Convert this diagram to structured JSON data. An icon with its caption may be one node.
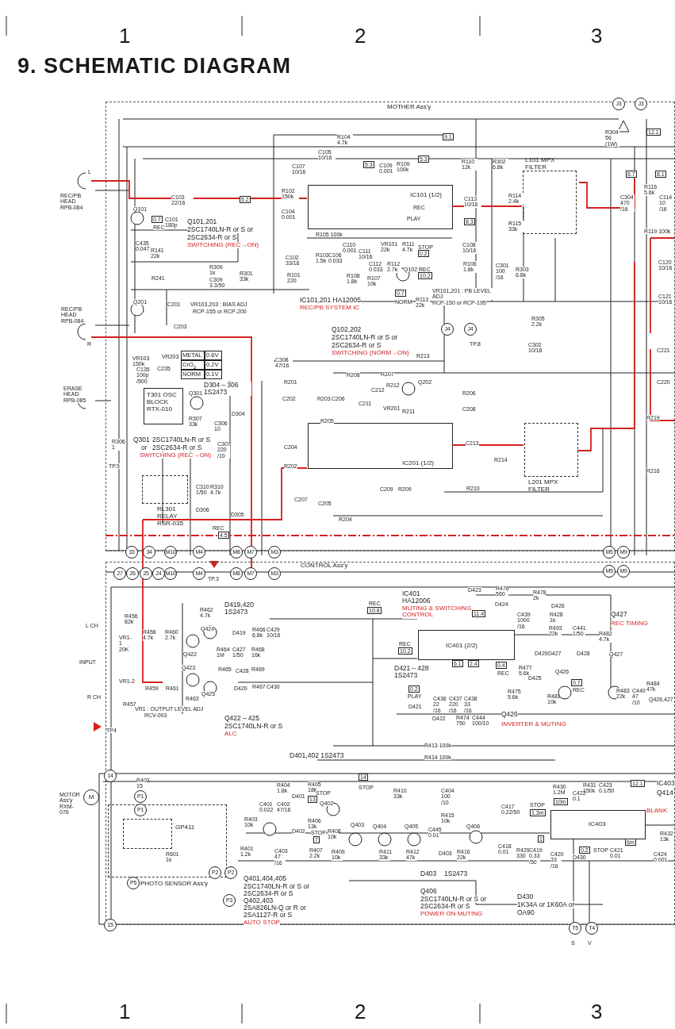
{
  "diagram": {
    "title": "9. SCHEMATIC DIAGRAM",
    "nodes": [
      {
        "text": [
          "MOTHER Ass'y"
        ]
      },
      {
        "text": [
          "IC101 (1/2)"
        ],
        "in": 0
      },
      {
        "text": [
          "L101 MPX FILTER"
        ],
        "in": 0
      },
      {
        "text": [
          "T301 OSC BLOCK RTX-010"
        ],
        "in": 0
      },
      {
        "text": [
          "RL301 RELAY RSR-035"
        ],
        "in": 0
      },
      {
        "text": [
          "IC201 (1/2)"
        ],
        "in": 0
      },
      {
        "text": [
          "L201 MPX FILTER"
        ],
        "in": 0
      },
      {
        "text": [
          "CONTROL Ass'y"
        ]
      },
      {
        "text": [
          "IC401 (2/2)"
        ],
        "in": 7
      },
      {
        "text": [
          "PHOTO SENSOR Ass'y"
        ],
        "in": 7
      },
      {
        "text": [
          "GP411"
        ],
        "in": 9
      },
      {
        "text": [
          "IC403"
        ],
        "in": 7
      },
      {
        "text": [
          "M"
        ],
        "beside": [
          "MOTOR Ass'y RXM-076"
        ]
      }
    ],
    "edges": [
      {
        "from": 1,
        "to": 2,
        "arrow": "none",
        "color": "#d42020"
      },
      {
        "from": 5,
        "to": 6,
        "arrow": "none",
        "color": "#d42020"
      }
    ],
    "labels": [
      "1",
      "2",
      "3",
      "L",
      "REC/PB HEAD RPB-084",
      "C103 22/16",
      "5.2",
      "Q101",
      "0.7",
      "REC",
      "C101 180p",
      "Q101,201",
      "2SC1740LN-R or S or",
      "2SC2634-R or S",
      "SWITCHING (REC→ON)",
      "C435 0.047",
      "R141 22k",
      "R309 1k",
      "C309 3.3/50",
      "R301 33k",
      "R241",
      "Q201",
      "C201",
      "VR103,203 : BIAS ADJ",
      "RCP-155 or RCP-200",
      "REC/PB HEAD RPB-084",
      "C203",
      "R",
      "VR103 150k",
      "VR203",
      "C135 100p /500",
      "C235",
      "METAL",
      "0.6V",
      "CrO$_{2}$",
      "0.2V",
      "NORM",
      "0.1V",
      "ERASE HEAD RPB-085",
      "D304～306 1S2473",
      "Q301",
      "R307 33k",
      "D304",
      "C306 10",
      "C105 10/16",
      "C107 10/16",
      "R102 150k",
      "C104 0.001",
      "R105 100k",
      "C102 33/16",
      "R103 1.5k",
      "C106 0.033",
      "R101 220",
      "IC101,201 HA12005",
      "REC/PB SYSTEM IC",
      "Q102,202",
      "2SC1740LN-R or S or",
      "2SC2634-R or S",
      "SWITCHING (NORM→ON)",
      "C308 47/16",
      "R201",
      "C202",
      "R203",
      "C206",
      "R205",
      "R104 4.7k",
      "9.1",
      "5.3",
      "5.3",
      "C109 0.001",
      "R109 100k",
      "R110 12k",
      "R302 6.8k",
      "R304 56 (1W)",
      "12.1",
      "C113 10/16",
      "R114 2.4k",
      "REC",
      "PLAY",
      "R115 33k",
      "8.3",
      "C110 0.001",
      "VR101 22k",
      "R111 4.7k",
      "STOP",
      "0.2",
      "C111 10/16",
      "C112 0.033",
      "R112 2.7k",
      "Q102",
      "REC",
      "10.2",
      "R108 1.8k",
      "R107 10k",
      "C108 10/16",
      "R106 1.8k",
      "C301 100 /16",
      "R303 6.8k",
      "0.7",
      "NORM",
      "R113 22k",
      "VR101,201 : PB LEVEL ADJ",
      "RCP-150 or RCP-195",
      "J4",
      "J4",
      "TP.8",
      "R305 2.2k",
      "C302 10/16",
      "R213",
      "R208",
      "R207",
      "Q202",
      "R212",
      "C212",
      "C211",
      "VR201",
      "R206",
      "R211",
      "C208",
      "J3",
      "J3",
      "6.7",
      "8.1",
      "R116 5.6k",
      "C304 470 /16",
      "C114 10 /16",
      "R119 100k",
      "C120 10/16",
      "C121 10/16",
      "C221",
      "C220",
      "R219",
      "R306 1",
      "TP.5",
      "Q301",
      "2SC1740LN-R or S",
      "or",
      "2SC2634-R or S",
      "SWITCHING (REC→ON)",
      "C307 220 /10",
      "C204",
      "R202",
      "C213",
      "R214",
      "C209",
      "R209",
      "R210",
      "C310 1/50",
      "R310 4.7k",
      "R216",
      "C207",
      "C205",
      "D306",
      "D305",
      "R204",
      "REC",
      "4.5",
      "33",
      "34",
      "M10",
      "M4",
      "M8",
      "M7",
      "M3",
      "M5",
      "M9",
      "27",
      "26",
      "25",
      "24",
      "M10",
      "M4",
      "TP.3",
      "M8",
      "M7",
      "M3",
      "M5",
      "M9",
      "IC401 HA12006",
      "D423",
      "R476 560",
      "R478 2k",
      "R462 4.7k",
      "D419,420 1S2473",
      "REC",
      "10.8",
      "MUTING & SWITCHING CONTROL",
      "D424",
      "D426",
      "R456 82k",
      "11.4",
      "C439 1000 /16",
      "R428 1k",
      "Q427",
      "REC TIMING",
      "L CH",
      "VR1-1 20K",
      "R458 4.7k",
      "R460 2.7k",
      "Q424",
      "D419",
      "R466 6.8k",
      "C429 10/16",
      "R493 22k",
      "C441 1/50",
      "R482 4.7k",
      "Q422",
      "R464 1M",
      "C427 1/50",
      "R468 16k",
      "REC",
      "10.2",
      "D429",
      "D427",
      "D428",
      "Q427",
      "INPUT",
      "Q423",
      "R465",
      "C428",
      "R469",
      "D421～428 1S2473",
      "6.1",
      "2.4",
      "0.4",
      "REC",
      "R477 5.6k",
      "Q426",
      "VR1-2",
      "R459",
      "R461",
      "D420",
      "R467",
      "C430",
      "0.2",
      "D425",
      "0.7",
      "REC",
      "R483 22k",
      "C440 47 /10",
      "R484 47k",
      "R CH",
      "R457",
      "R463",
      "Q425",
      "PLAY",
      "C436 22 /16",
      "C437 220 /16",
      "C438 33 /16",
      "R475 5.6k",
      "R481 10k",
      "Q426,427",
      "VR1 : OUTPUT LEVEL ADJ",
      "RCV-093",
      "Q422～425",
      "D421",
      "D422",
      "R474 750",
      "C444 100/10",
      "Q426",
      "TP4",
      "2SC1740LN-R or S",
      "INVERTER & MUTING",
      "ALC",
      "R413 100k",
      "D401,402 1S2473",
      "R414 100k",
      "14",
      "R402 15",
      "12.1",
      "IC403",
      "R404 1.8k",
      "R405 18k",
      "14",
      "STOP",
      "R430 1.2M",
      "R431 150k",
      "C423 0.1/50",
      "P1",
      "STOP",
      "R410 33k",
      "Q414",
      "D401",
      "C404 100 /10",
      "C422 0.1",
      "13",
      "Q402",
      "P1",
      "C401 0.022",
      "C402 47/16",
      "10m",
      "C417 0.22/50",
      "STOP",
      "1.3m",
      "BLANK",
      "R415 10k",
      "R403 10k",
      "R406 13k",
      "Q403",
      "Q404",
      "Q405",
      "Q406",
      "D402",
      "STOP",
      "R408 10k",
      "7",
      "C445 0.01",
      "R432 13k",
      "1",
      "6m",
      "R601 1k",
      "R401 1.2k",
      "C403 47 /16",
      "R407 2.2k",
      "R409 10k",
      "R411 33k",
      "R412 47k",
      "D403",
      "R416 22k",
      "C418 0.01",
      "R429 330",
      "C419 0.33 /50",
      "C420 33 /16",
      "0.2",
      "STOP",
      "D430",
      "C421 0.01",
      "C424 0.001",
      "P2",
      "P2",
      "D403",
      "1S2473",
      "Q401,404,405",
      "P5",
      "2SC1740LN-R or S or",
      "2SC2634-R or S",
      "Q406",
      "P3",
      "Q402,403",
      "2SC1740LN-R or S or",
      "D430",
      "2SA826LN-Q or R or",
      "2SC2634-R or S",
      "1K34A or 1K60A or",
      "2SA1127-R or S",
      "POWER ON MUTING",
      "OA90",
      "15",
      "AUTO STOP",
      "T5",
      "T4",
      "S",
      "V",
      "1",
      "2",
      "3"
    ]
  }
}
